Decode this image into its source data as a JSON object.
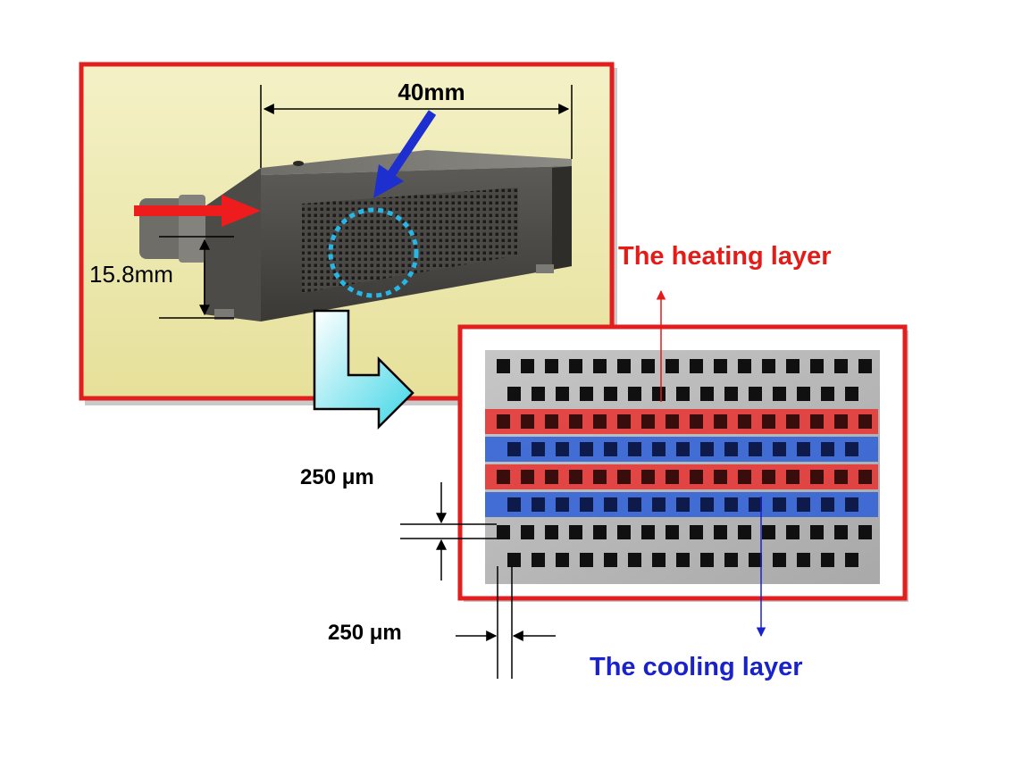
{
  "dimensions": {
    "length": "40mm",
    "height": "15.8mm",
    "channel_height": "250 μm",
    "channel_width": "250 μm"
  },
  "labels": {
    "heating_layer": "The heating layer",
    "cooling_layer": "The cooling layer"
  },
  "colors": {
    "frame_red": "#e31e1e",
    "photo_bg": "#f0edb4",
    "flow_red": "#ee1c1c",
    "flow_blue": "#1e2fd0",
    "zoom_circle": "#27b6e6",
    "heating_band": "#e8302f",
    "cooling_band": "#2c5fd8",
    "heating_text": "#e41b17",
    "cooling_text": "#1a22cc"
  },
  "icons": {
    "device_photo": "heat-exchanger-photo",
    "micrograph": "microchannel-cross-section",
    "zoom_arrow": "elbow-arrow-right"
  }
}
